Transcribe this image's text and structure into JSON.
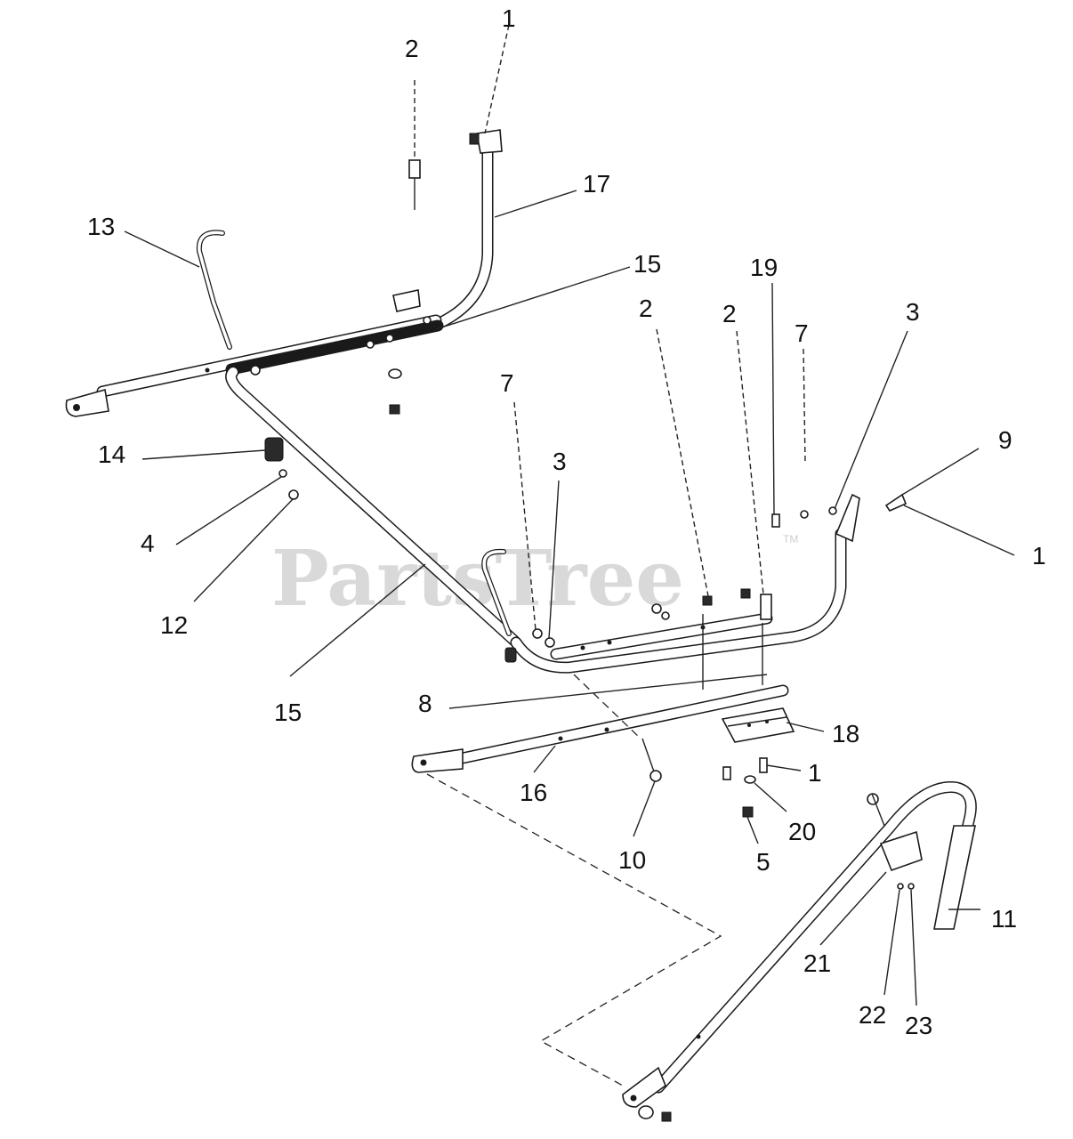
{
  "watermark": {
    "text": "PartsTree",
    "mark": "TM"
  },
  "callouts": {
    "c1a": "1",
    "c2a": "2",
    "c17": "17",
    "c13": "13",
    "c15a": "15",
    "c19": "19",
    "c2b": "2",
    "c2c": "2",
    "c7a": "7",
    "c3a": "3",
    "c7b": "7",
    "c3b": "3",
    "c9": "9",
    "c14": "14",
    "c1b": "1",
    "c4": "4",
    "c12": "12",
    "c15b": "15",
    "c8": "8",
    "c18": "18",
    "c1c": "1",
    "c16": "16",
    "c20": "20",
    "c10": "10",
    "c5": "5",
    "c11": "11",
    "c21": "21",
    "c22": "22",
    "c23": "23"
  }
}
